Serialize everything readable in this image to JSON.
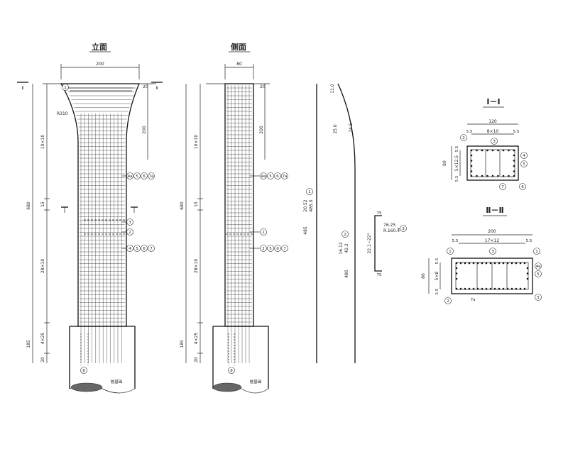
{
  "titles": {
    "elevation": "立面",
    "side": "侧面",
    "section1": "Ⅰ－Ⅰ",
    "section2": "Ⅱ－Ⅱ"
  },
  "section_marks": {
    "cut2_left": "Ⅱ",
    "cut2_right": "Ⅱ",
    "cut1": "Ⅰ"
  },
  "elevation": {
    "top_width": "200",
    "radius": "R310",
    "dim_top_a": "20",
    "dim_top_b": "200",
    "dim_left_1": "10×10",
    "dim_left_2": "15",
    "dim_left_3": "28×10",
    "dim_left_4": "4×25",
    "dim_left_5": "185",
    "dim_left_6": "20",
    "dim_total": "680",
    "base_label": "桩基础",
    "callouts_row1": [
      "4a",
      "5",
      "6",
      "7a"
    ],
    "callouts_row2": [
      "3",
      "2"
    ],
    "callouts_row3": [
      "4",
      "5",
      "6",
      "7"
    ],
    "callout_top": "1",
    "callout_base": "8"
  },
  "side": {
    "top_width": "80",
    "dim_top_a": "20",
    "dim_top_b": "200",
    "dim_left_1": "10×10",
    "dim_left_2": "15",
    "dim_left_3": "28×10",
    "dim_left_4": "4×25",
    "dim_left_5": "185",
    "dim_left_6": "20",
    "dim_total": "680",
    "base_label": "桩基础",
    "callouts_row1": [
      "4a",
      "5",
      "6",
      "7a"
    ],
    "callouts_row2": [
      "2"
    ],
    "callouts_row3": [
      "2",
      "5",
      "6",
      "7"
    ],
    "callout_base": "8"
  },
  "bars": {
    "curve_a": "11.0",
    "curve_b": "24.5",
    "curve_c": "25.0",
    "bar1_len": "20.52",
    "bar1_len2": "485.0",
    "bar1_id": "1",
    "bar1_seg": "485",
    "bar2_len": "16.12",
    "bar2_len2": "42.2",
    "bar2_id": "2",
    "bar2_seg": "480",
    "bar3_top": "75",
    "bar3_len": "76.25",
    "bar3_r": "R.160.4",
    "bar3_side": "22.1~22°",
    "bar3_bottom": "75",
    "bar3_id": "3"
  },
  "section1": {
    "width_total": "120",
    "width_grid": "8×10",
    "edge_left": "5.5",
    "edge_right": "5.5",
    "height_total": "80",
    "height_grid": "5×12.5",
    "edge_top": "5.5",
    "edge_bottom": "5.5",
    "callouts": [
      "2",
      "3",
      "4",
      "5",
      "7",
      "6"
    ]
  },
  "section2": {
    "width_total": "200",
    "width_grid": "17×12",
    "edge_left": "5.5",
    "edge_right": "5.5",
    "height_total": "80",
    "height_grid": "5×8",
    "edge_top": "5.5",
    "edge_bottom": "5.5",
    "callouts": [
      "1",
      "3",
      "1",
      "2",
      "7a",
      "4a",
      "5",
      "5"
    ]
  }
}
